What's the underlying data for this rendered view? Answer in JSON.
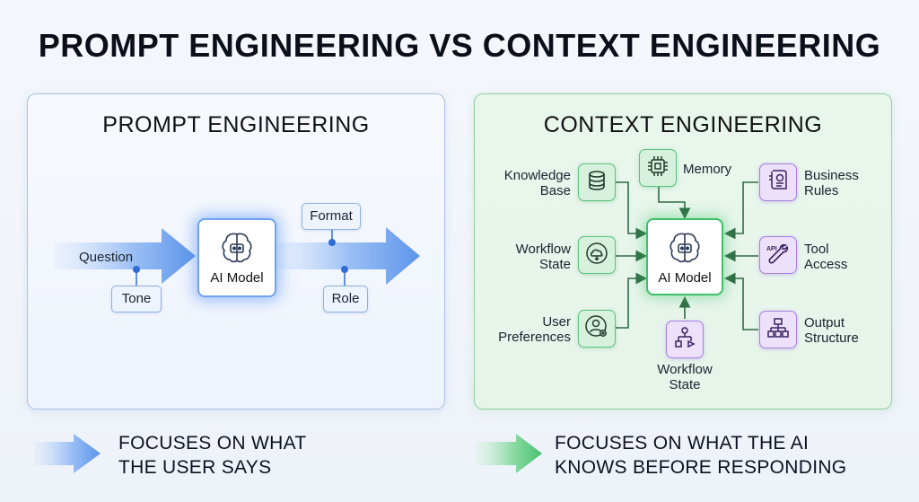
{
  "title": "PROMPT ENGINEERING VS CONTEXT ENGINEERING",
  "prompt_panel": {
    "title": "PROMPT ENGINEERING",
    "ai_model_label": "AI Model",
    "question_label": "Question",
    "tone_label": "Tone",
    "format_label": "Format",
    "role_label": "Role",
    "accent_color": "#6fa3ef"
  },
  "context_panel": {
    "title": "CONTEXT ENGINEERING",
    "ai_model_label": "AI Model",
    "knowledge_base_line1": "Knowledge",
    "knowledge_base_line2": "Base",
    "memory_label": "Memory",
    "business_rules_line1": "Business",
    "business_rules_line2": "Rules",
    "workflow_state_left_line1": "Workflow",
    "workflow_state_left_line2": "State",
    "tool_access_line1": "Tool",
    "tool_access_line2": "Access",
    "user_prefs_line1": "User",
    "user_prefs_line2": "Preferences",
    "output_structure_line1": "Output",
    "output_structure_line2": "Structure",
    "workflow_state_bottom_line1": "Workflow",
    "workflow_state_bottom_line2": "State",
    "api_text": "API",
    "accent_color": "#3fbf69",
    "secondary_color": "#a87fe3"
  },
  "footer": {
    "left_line1": "FOCUSES ON WHAT",
    "left_line2": "THE USER SAYS",
    "right_line1": "FOCUSES ON WHAT THE AI",
    "right_line2": "KNOWS BEFORE RESPONDING"
  },
  "icons": [
    "brain-icon",
    "database-icon",
    "chip-icon",
    "document-icon",
    "cloud-sync-icon",
    "wrench-icon",
    "user-settings-icon",
    "hierarchy-icon",
    "workflow-icon",
    "arrow-icon"
  ]
}
